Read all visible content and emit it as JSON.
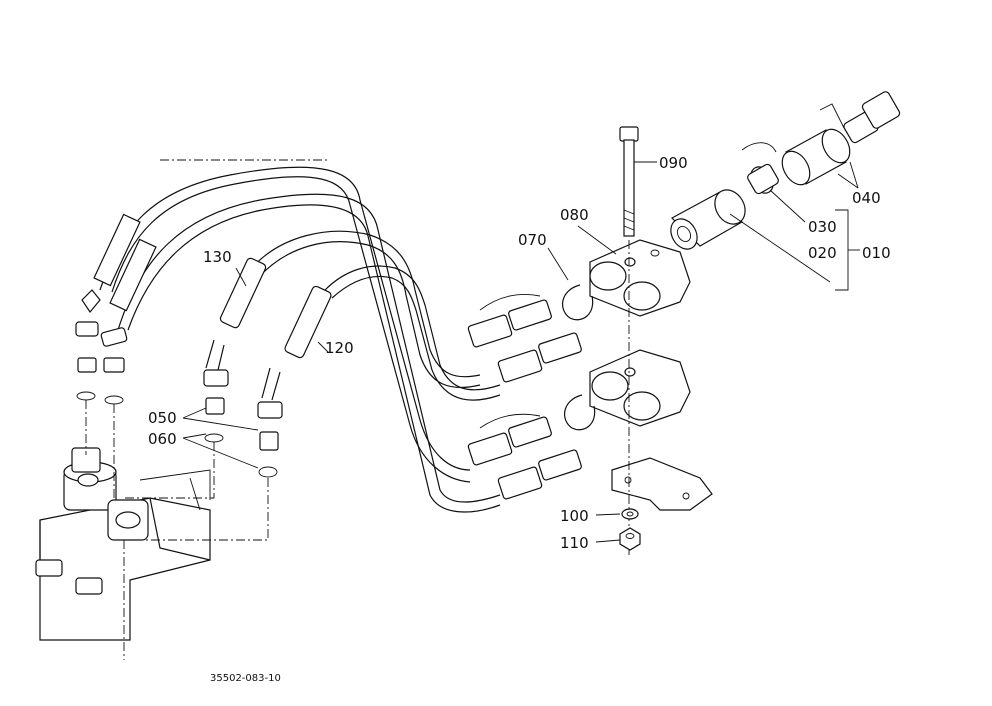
{
  "callouts": {
    "c010": "010",
    "c020": "020",
    "c030": "030",
    "c040": "040",
    "c050": "050",
    "c060": "060",
    "c070": "070",
    "c080": "080",
    "c090": "090",
    "c100": "100",
    "c110": "110",
    "c120": "120",
    "c130": "130"
  },
  "drawing_code": "35502-083-10"
}
